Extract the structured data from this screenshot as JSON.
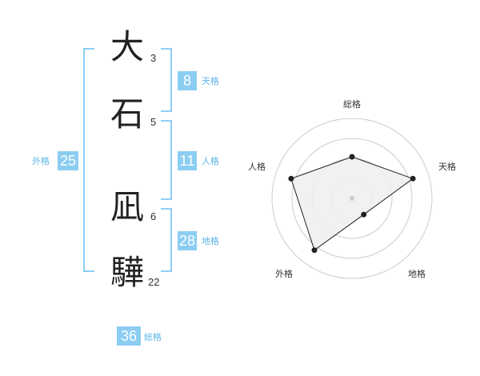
{
  "name_characters": [
    {
      "char": "大",
      "strokes": "3"
    },
    {
      "char": "石",
      "strokes": "5"
    },
    {
      "char": "凪",
      "strokes": "6"
    },
    {
      "char": "驊",
      "strokes": "22"
    }
  ],
  "scores": {
    "tenkaku": {
      "value": "8",
      "label": "天格"
    },
    "jinkaku": {
      "value": "11",
      "label": "人格"
    },
    "chikaku": {
      "value": "28",
      "label": "地格"
    },
    "gaikaku": {
      "value": "25",
      "label": "外格"
    },
    "soukaku": {
      "value": "36",
      "label": "総格"
    }
  },
  "colors": {
    "accent": "#8ccdf2",
    "label_blue": "#5bb5e8",
    "radar_fill": "#eeeeee",
    "radar_ring": "#cccccc",
    "radar_line": "#222222"
  },
  "chart_data": {
    "type": "radar",
    "axes": [
      "総格",
      "天格",
      "地格",
      "外格",
      "人格"
    ],
    "values": [
      0.52,
      0.8,
      0.25,
      0.8,
      0.8
    ],
    "rings": 4,
    "range": [
      0,
      1
    ]
  }
}
